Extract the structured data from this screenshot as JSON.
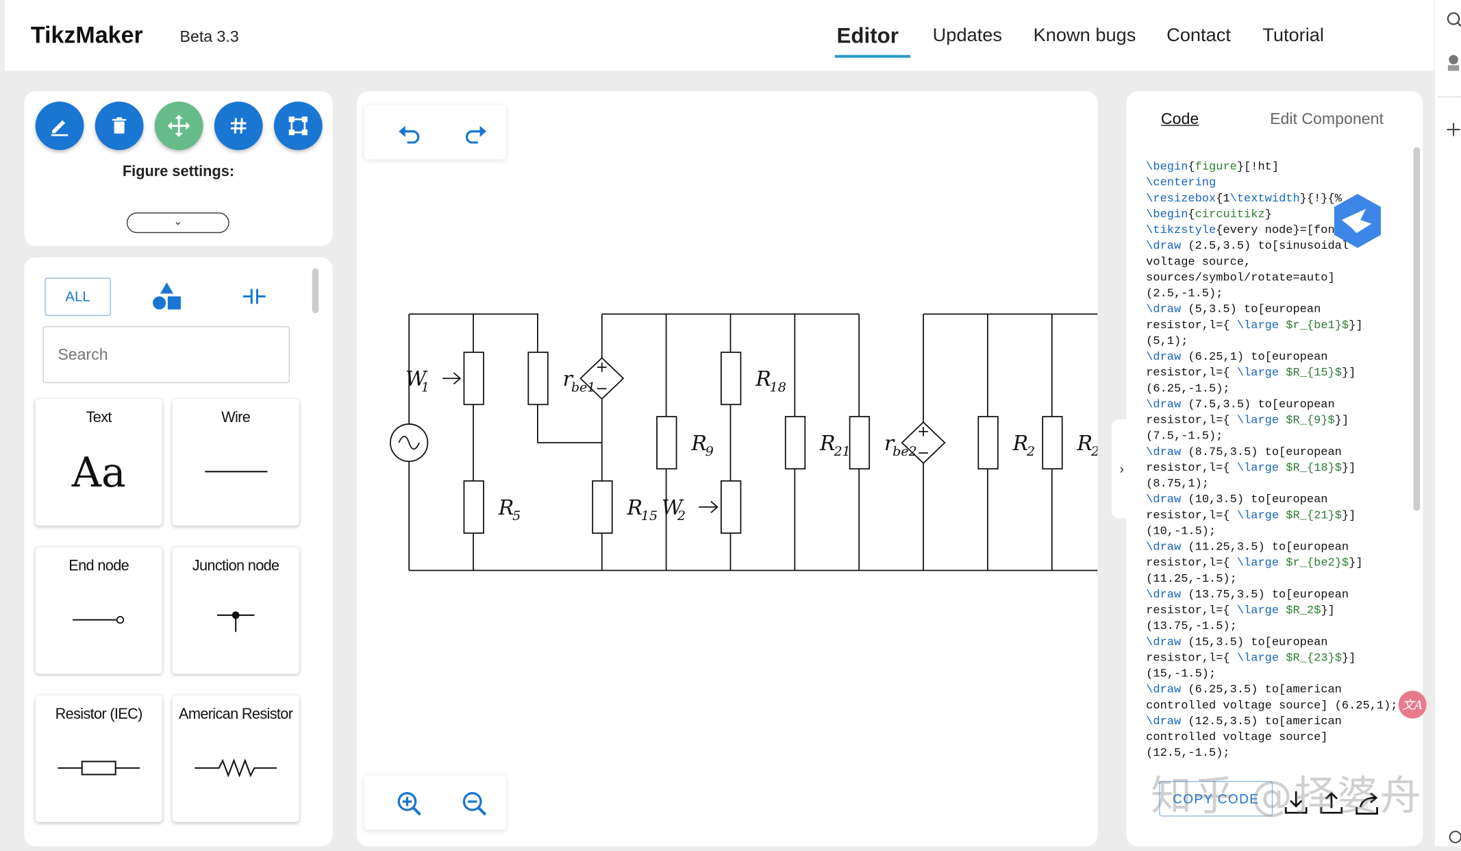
{
  "app": {
    "name": "TikzMaker",
    "version": "Beta 3.3"
  },
  "nav": [
    {
      "label": "Editor",
      "active": true
    },
    {
      "label": "Updates",
      "active": false
    },
    {
      "label": "Known bugs",
      "active": false
    },
    {
      "label": "Contact",
      "active": false
    },
    {
      "label": "Tutorial",
      "active": false
    }
  ],
  "toolbar": {
    "buttons": [
      {
        "name": "edit",
        "icon": "pencil-icon"
      },
      {
        "name": "delete",
        "icon": "trash-icon"
      },
      {
        "name": "move",
        "icon": "move-icon"
      },
      {
        "name": "grid",
        "icon": "hash-icon"
      },
      {
        "name": "select",
        "icon": "select-area-icon"
      }
    ],
    "figure_settings_label": "Figure settings:"
  },
  "library": {
    "category_all": "ALL",
    "search_placeholder": "Search",
    "components": [
      {
        "label": "Text",
        "icon": "text-icon",
        "glyph": "Aa"
      },
      {
        "label": "Wire",
        "icon": "wire-icon"
      },
      {
        "label": "End node",
        "icon": "end-node-icon"
      },
      {
        "label": "Junction node",
        "icon": "junction-node-icon"
      },
      {
        "label": "Resistor (IEC)",
        "icon": "resistor-iec-icon"
      },
      {
        "label": "American Resistor",
        "icon": "american-resistor-icon"
      }
    ]
  },
  "circuit": {
    "labels": [
      "W",
      "1",
      "r",
      "be1",
      "R",
      "18",
      "R",
      "9",
      "R",
      "21",
      "r",
      "be2",
      "R",
      "2",
      "R",
      "2",
      "R",
      "5",
      "R",
      "15",
      "W",
      "2"
    ]
  },
  "code_panel": {
    "tab_code": "Code",
    "tab_edit": "Edit Component",
    "copy_label": "COPY CODE",
    "lines": [
      "\\begin{figure}[!ht]",
      "\\centering",
      "\\resizebox{1\\textwidth}{!}{%",
      "\\begin{circuitikz}",
      "\\tikzstyle{every node}=[font",
      "\\draw (2.5,3.5) to[sinusoidal",
      "voltage source,",
      "sources/symbol/rotate=auto]",
      "(2.5,-1.5);",
      "\\draw (5,3.5) to[european",
      "resistor,l={ \\large $r_{be1}$}]",
      "(5,1);",
      "\\draw (6.25,1) to[european",
      "resistor,l={ \\large $R_{15}$}]",
      "(6.25,-1.5);",
      "\\draw (7.5,3.5) to[european",
      "resistor,l={ \\large $R_{9}$}]",
      "(7.5,-1.5);",
      "\\draw (8.75,3.5) to[european",
      "resistor,l={ \\large $R_{18}$}]",
      "(8.75,1);",
      "\\draw (10,3.5) to[european",
      "resistor,l={ \\large $R_{21}$}]",
      "(10,-1.5);",
      "\\draw (11.25,3.5) to[european",
      "resistor,l={ \\large $r_{be2}$}]",
      "(11.25,-1.5);",
      "\\draw (13.75,3.5) to[european",
      "resistor,l={ \\large $R_2$}]",
      "(13.75,-1.5);",
      "\\draw (15,3.5) to[european",
      "resistor,l={ \\large $R_{23}$}]",
      "(15,-1.5);",
      "\\draw (6.25,3.5) to[american",
      "controlled voltage source] (6.25,1);",
      "\\draw (12.5,3.5) to[american",
      "controlled voltage source]",
      "(12.5,-1.5);"
    ]
  },
  "watermark": "知乎 @择婆舟"
}
